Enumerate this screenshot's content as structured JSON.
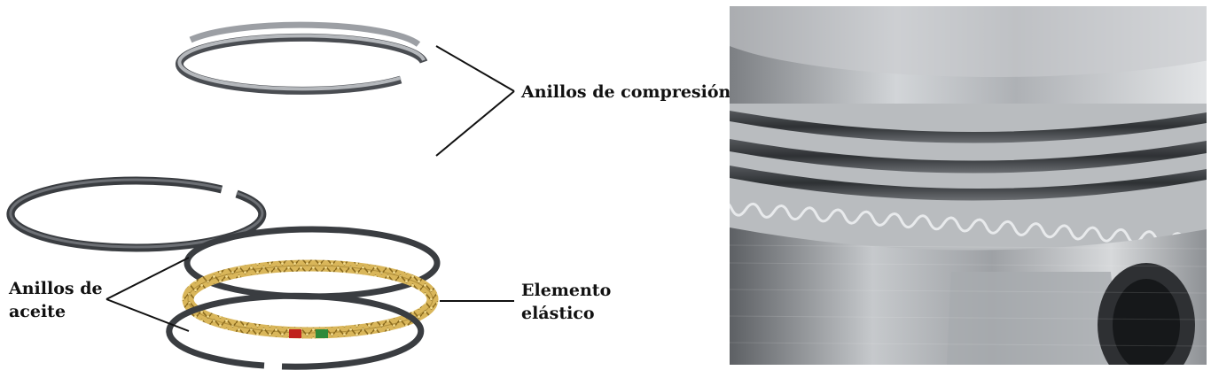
{
  "labels": {
    "compression_rings": "Anillos de compresión",
    "oil_rings_line1": "Anillos de",
    "oil_rings_line2": "aceite",
    "elastic_element_line1": "Elemento",
    "elastic_element_line2": "elástico"
  },
  "colors": {
    "ring_dark": "#3a3d41",
    "ring_silver": "#8e9196",
    "expander_gold": "#c9a44a",
    "marker_red": "#c0221c",
    "marker_green": "#2f8a3a",
    "leader_line": "#111111"
  }
}
